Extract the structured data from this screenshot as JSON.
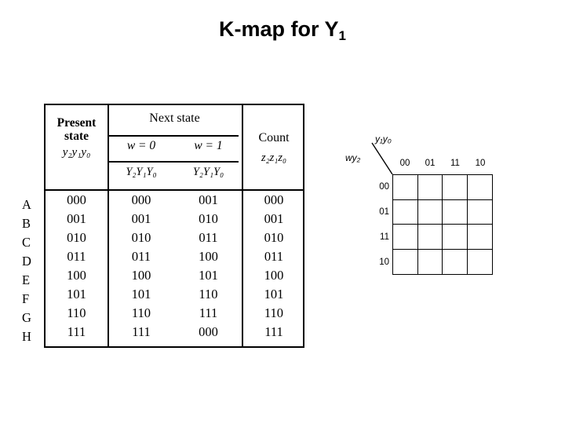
{
  "title": {
    "main": "K-map for Y",
    "subscript": "1"
  },
  "state_table": {
    "headers": {
      "present_state_line1": "Present",
      "present_state_line2": "state",
      "present_state_vars": "y₂y₁y₀",
      "next_state": "Next state",
      "w0": "w = 0",
      "w1": "w = 1",
      "next_vars_w0": "Y₂Y₁Y₀",
      "next_vars_w1": "Y₂Y₁Y₀",
      "count": "Count",
      "count_vars": "z₂z₁z₀"
    },
    "row_letters": [
      "A",
      "B",
      "C",
      "D",
      "E",
      "F",
      "G",
      "H"
    ],
    "rows": [
      {
        "present": "000",
        "next_w0": "000",
        "next_w1": "001",
        "count": "000"
      },
      {
        "present": "001",
        "next_w0": "001",
        "next_w1": "010",
        "count": "001"
      },
      {
        "present": "010",
        "next_w0": "010",
        "next_w1": "011",
        "count": "010"
      },
      {
        "present": "011",
        "next_w0": "011",
        "next_w1": "100",
        "count": "011"
      },
      {
        "present": "100",
        "next_w0": "100",
        "next_w1": "101",
        "count": "100"
      },
      {
        "present": "101",
        "next_w0": "101",
        "next_w1": "110",
        "count": "101"
      },
      {
        "present": "110",
        "next_w0": "110",
        "next_w1": "111",
        "count": "110"
      },
      {
        "present": "111",
        "next_w0": "111",
        "next_w1": "000",
        "count": "111"
      }
    ]
  },
  "kmap": {
    "col_axis_label": "y₁y₀",
    "row_axis_label": "wy₂",
    "col_labels": [
      "00",
      "01",
      "11",
      "10"
    ],
    "row_labels": [
      "00",
      "01",
      "11",
      "10"
    ],
    "cells": [
      [
        "",
        "",
        "",
        ""
      ],
      [
        "",
        "",
        "",
        ""
      ],
      [
        "",
        "",
        "",
        ""
      ],
      [
        "",
        "",
        "",
        ""
      ]
    ]
  },
  "colors": {
    "background": "#ffffff",
    "ink": "#000000"
  }
}
